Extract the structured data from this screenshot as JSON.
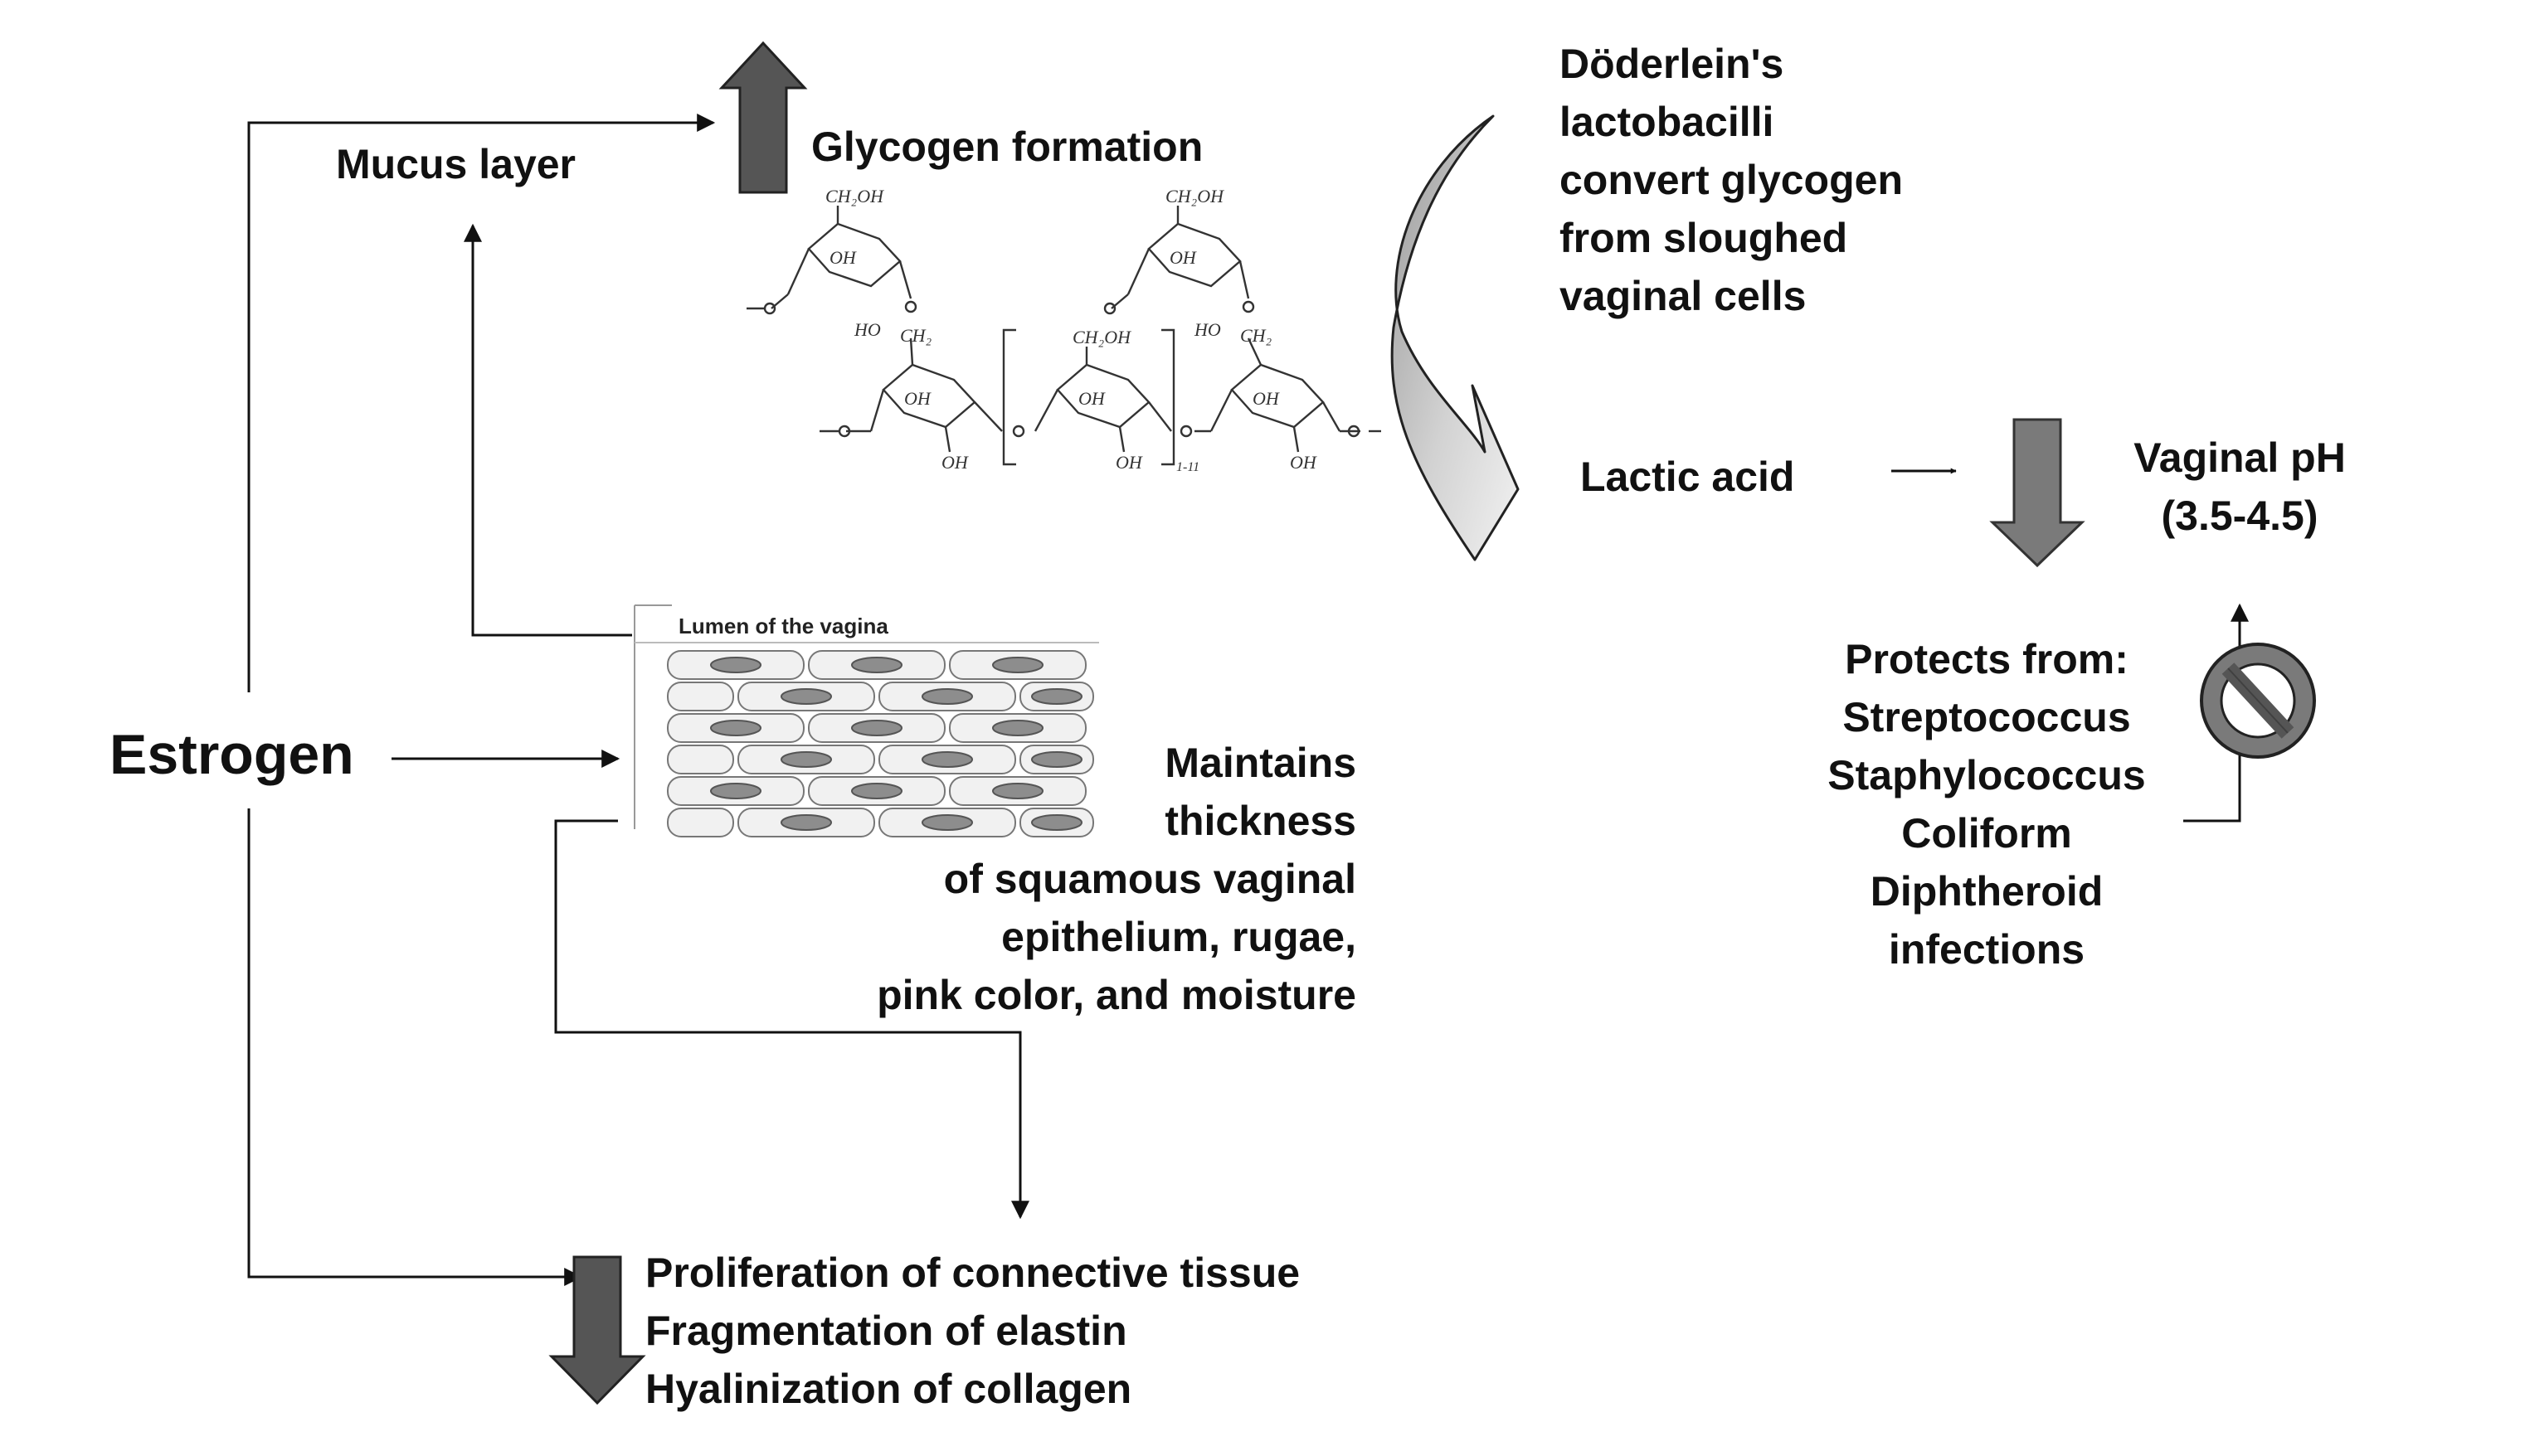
{
  "diagram": {
    "estrogen": "Estrogen",
    "mucus_layer": "Mucus layer",
    "glycogen_formation": "Glycogen formation",
    "lactobacilli_lines": [
      "Döderlein's",
      "lactobacilli",
      "convert glycogen",
      "from sloughed",
      "vaginal cells"
    ],
    "lactic_acid": "Lactic acid",
    "vaginal_ph_lines": [
      "Vaginal pH",
      "(3.5-4.5)"
    ],
    "protects_lines": [
      "Protects from:",
      "Streptococcus",
      "Staphylococcus",
      "Coliform",
      "Diphtheroid",
      "infections"
    ],
    "lumen_caption": "Lumen of the vagina",
    "epithelium_lines": [
      "Maintains",
      "thickness",
      "of squamous vaginal",
      "epithelium, rugae,",
      "pink color, and moisture"
    ],
    "connective_lines": [
      "Proliferation of connective tissue",
      "Fragmentation of elastin",
      "Hyalinization of collagen"
    ],
    "glycogen_structure_labels": {
      "ch2oh": "CH₂OH",
      "oh": "OH",
      "ho": "HO",
      "ch2": "CH₂",
      "repeat": "1-11"
    }
  },
  "colors": {
    "line": "#111111",
    "dark_arrow": "#555555",
    "mid_arrow": "#7a7a7a",
    "curved_arrow_light": "#e8e8e8",
    "curved_arrow_dark": "#9a9a9a",
    "no_symbol": "#555555",
    "cell_fill": "#f1f1f1",
    "nucleus": "#8d8d8d"
  }
}
